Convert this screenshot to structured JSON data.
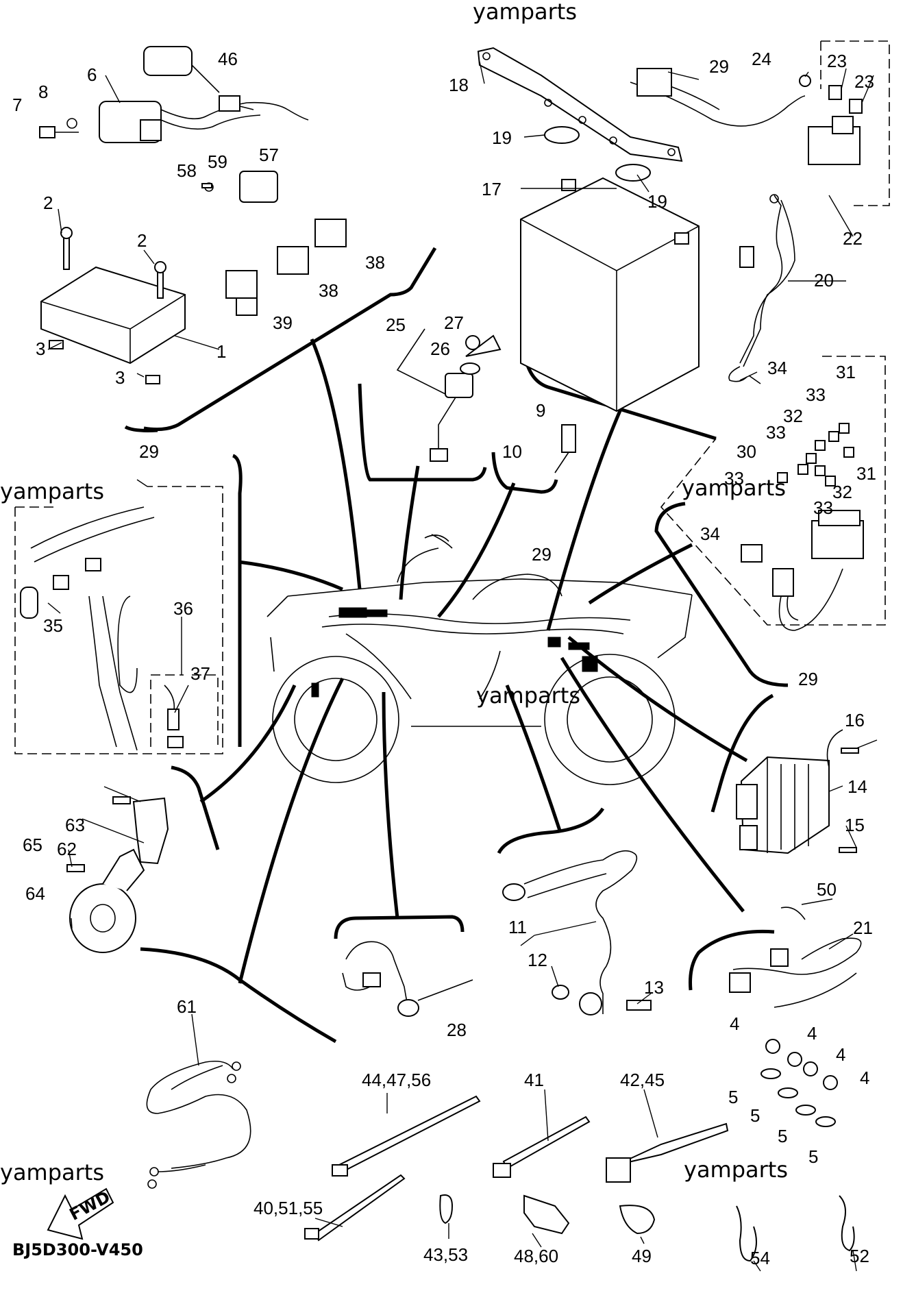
{
  "diagram": {
    "code": "BJ5D300-V450",
    "fwd_label": "FWD",
    "watermarks": [
      "yamparts",
      "yamparts",
      "yamparts",
      "yamparts",
      "yamparts",
      "yamparts"
    ],
    "callouts": {
      "c1": "1",
      "c2a": "2",
      "c2b": "2",
      "c3a": "3",
      "c3b": "3",
      "c4a": "4",
      "c4b": "4",
      "c4c": "4",
      "c4d": "4",
      "c5a": "5",
      "c5b": "5",
      "c5c": "5",
      "c5d": "5",
      "c6": "6",
      "c7": "7",
      "c8": "8",
      "c9": "9",
      "c10": "10",
      "c11": "11",
      "c12": "12",
      "c13": "13",
      "c14": "14",
      "c15": "15",
      "c16": "16",
      "c17": "17",
      "c18": "18",
      "c19a": "19",
      "c19b": "19",
      "c20": "20",
      "c21": "21",
      "c22": "22",
      "c23a": "23",
      "c23b": "23",
      "c24": "24",
      "c25": "25",
      "c26": "26",
      "c27": "27",
      "c28": "28",
      "c29a": "29",
      "c29b": "29",
      "c29c": "29",
      "c29d": "29",
      "c30": "30",
      "c31a": "31",
      "c31b": "31",
      "c32a": "32",
      "c32b": "32",
      "c33a": "33",
      "c33b": "33",
      "c33c": "33",
      "c33d": "33",
      "c34a": "34",
      "c34b": "34",
      "c35": "35",
      "c36": "36",
      "c37": "37",
      "c38a": "38",
      "c38b": "38",
      "c39": "39",
      "c40": "40,51,55",
      "c41": "41",
      "c42": "42,45",
      "c43": "43,53",
      "c44": "44,47,56",
      "c46": "46",
      "c48": "48,60",
      "c49": "49",
      "c50": "50",
      "c52": "52",
      "c54": "54",
      "c57": "57",
      "c58": "58",
      "c59": "59",
      "c61": "61",
      "c62": "62",
      "c63": "63",
      "c64": "64",
      "c65": "65"
    }
  }
}
